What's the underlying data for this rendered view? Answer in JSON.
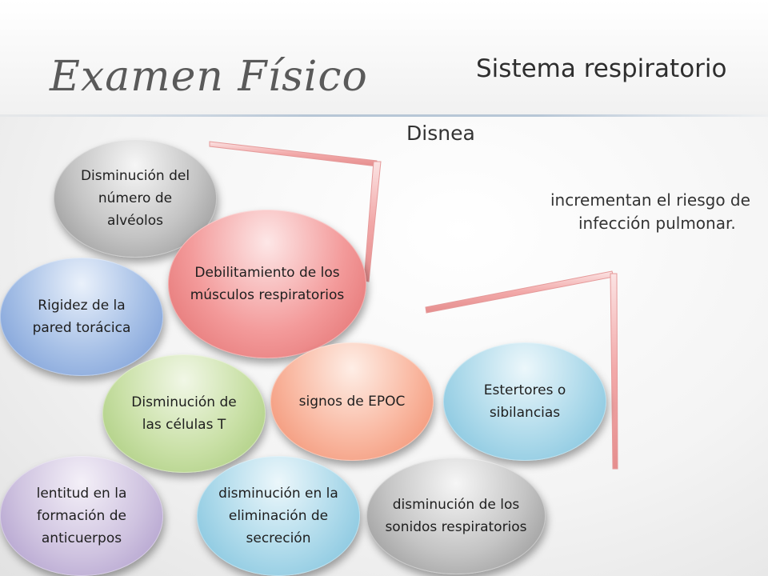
{
  "header": {
    "title": "Examen Físico",
    "subtitle": "Sistema respiratorio",
    "topic": "Disnea"
  },
  "note": {
    "text": "incrementan el riesgo de infección pulmonar."
  },
  "bubbles": [
    {
      "id": "alveolos",
      "label": "Disminución del número de alvéolos",
      "color": "gray"
    },
    {
      "id": "musculos",
      "label": "Debilitamiento de los músculos respiratorios",
      "color": "red"
    },
    {
      "id": "rigidez",
      "label": "Rigidez de la pared torácica",
      "color": "blue"
    },
    {
      "id": "celulas-t",
      "label": "Disminución de las células T",
      "color": "green"
    },
    {
      "id": "epoc",
      "label": "signos de EPOC",
      "color": "orange"
    },
    {
      "id": "estertores",
      "label": "Estertores o sibilancias",
      "color": "cyan"
    },
    {
      "id": "anticuerpos",
      "label": "lentitud en la formación de anticuerpos",
      "color": "purple"
    },
    {
      "id": "secrecion",
      "label": "disminución en la eliminación de secreción",
      "color": "cyan"
    },
    {
      "id": "sonidos",
      "label": "disminución de los sonidos respiratorios",
      "color": "gray"
    }
  ]
}
